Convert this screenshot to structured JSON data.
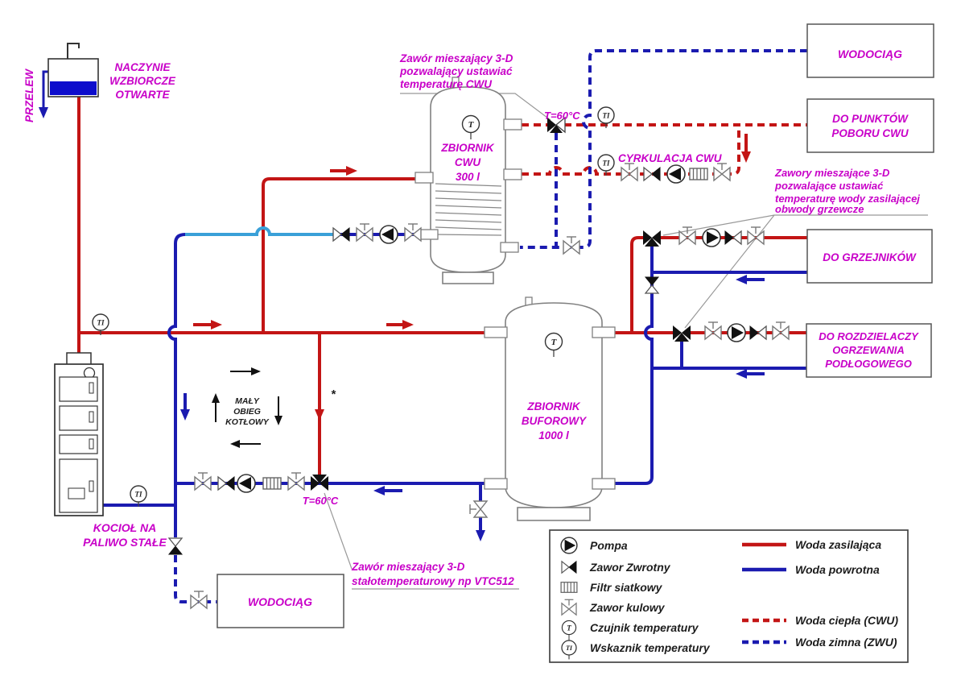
{
  "colors": {
    "supply_red": "#c31515",
    "return_blue": "#1b1bb0",
    "coil_return_light_blue": "#3aa0d8",
    "label_magenta": "#c800c8",
    "water_fill": "#0d0dcc"
  },
  "labels": {
    "przelew": "PRZELEW",
    "naczynie": [
      "NACZYNIE",
      "WZBIORCZE",
      "OTWARTE"
    ],
    "zawor_cwu": [
      "Zawór mieszający 3-D",
      "pozwalający ustawiać",
      "temperaturę CWU"
    ],
    "t60_top": "T=60°C",
    "t60_bottom": "T=60°C",
    "cyrkulacja": "CYRKULACJA CWU",
    "zawory_grzewcze": [
      "Zawory mieszające 3-D",
      "pozwalające ustawiać",
      "temperaturę wody zasilającej",
      "obwody grzewcze"
    ],
    "zbiornik_cwu": [
      "ZBIORNIK",
      "CWU",
      "300 l"
    ],
    "zbiornik_buforowy": [
      "ZBIORNIK",
      "BUFOROWY",
      "1000 l"
    ],
    "maly_obieg": [
      "MAŁY",
      "OBIEG",
      "KOTŁOWY"
    ],
    "kociol": [
      "KOCIOŁ NA",
      "PALIWO STAŁE"
    ],
    "zawor_vtc": [
      "Zawór mieszający 3-D",
      "stałotemperaturowy np VTC512"
    ],
    "asterisk": "*"
  },
  "boxes": {
    "wodociag_top": "WODOCIĄG",
    "do_punktow": [
      "DO PUNKTÓW",
      "POBORU CWU"
    ],
    "do_grzejnikow": "DO GRZEJNIKÓW",
    "do_rozdzielaczy": [
      "DO ROZDZIELACZY",
      "OGRZEWANIA",
      "PODŁOGOWEGO"
    ],
    "wodociag_bottom": "WODOCIĄG"
  },
  "sensors": {
    "t": "T",
    "ti": "TI"
  },
  "legend": {
    "items": [
      "Pompa",
      "Zawor Zwrotny",
      "Filtr siatkowy",
      "Zawor kulowy",
      "Czujnik temperatury",
      "Wskaznik temperatury"
    ],
    "lines": [
      "Woda zasilająca",
      "Woda powrotna",
      "Woda ciepła (CWU)",
      "Woda zimna (ZWU)"
    ]
  }
}
